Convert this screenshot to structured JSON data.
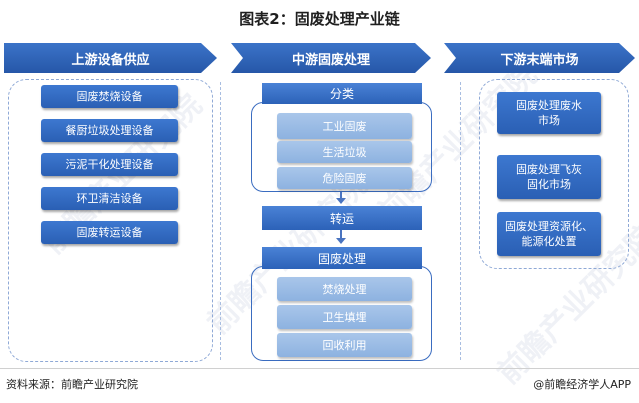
{
  "title": "图表2：固废处理产业链",
  "columns": {
    "upstream": {
      "label": "上游设备供应",
      "items": [
        "固废焚烧设备",
        "餐厨垃圾处理设备",
        "污泥干化处理设备",
        "环卫清洁设备",
        "固废转运设备"
      ]
    },
    "midstream": {
      "label": "中游固废处理",
      "classify": {
        "label": "分类",
        "items": [
          "工业固废",
          "生活垃圾",
          "危险固废"
        ]
      },
      "transfer": "转运",
      "process": {
        "label": "固废处理",
        "items": [
          "焚烧处理",
          "卫生填埋",
          "回收利用"
        ]
      }
    },
    "downstream": {
      "label": "下游末端市场",
      "items": [
        "固废处理废水市场",
        "固废处理飞灰固化市场",
        "固废处理资源化、能源化处置"
      ],
      "items_display": [
        [
          "固废处理废水",
          "市场"
        ],
        [
          "固废处理飞灰",
          "固化市场"
        ],
        [
          "固废处理资源化、",
          "能源化处置"
        ]
      ]
    }
  },
  "footer": {
    "source": "资料来源：前瞻产业研究院",
    "credit": "@前瞻经济学人APP"
  },
  "watermark_text": "前瞻产业研究院",
  "colors": {
    "banner": "#2f66bb",
    "dark_box": "#3168bf",
    "light_box": "#9bbde6",
    "panel_border": "#8fa9d6"
  }
}
